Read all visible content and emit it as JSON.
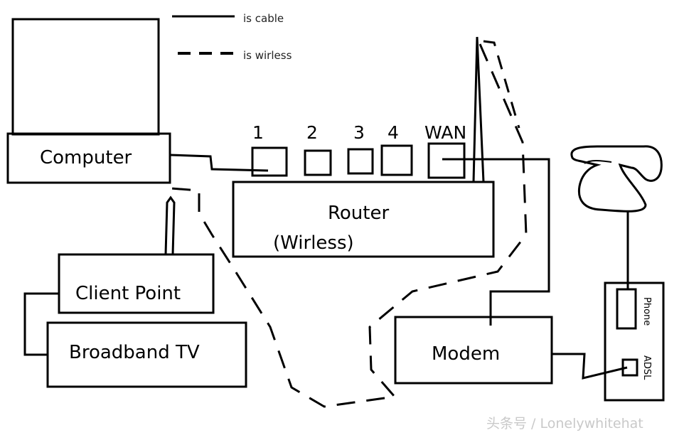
{
  "legend": {
    "cable": "is  cable",
    "wireless": "is  wirless"
  },
  "labels": {
    "computer": "Computer",
    "router_line1": "Router",
    "router_line2": "(Wirless)",
    "client_point": "Client Point",
    "broadband_tv": "Broadband TV",
    "modem": "Modem",
    "phone": "Phone",
    "adsl": "ADSL"
  },
  "router_ports": [
    "1",
    "2",
    "3",
    "4",
    "WAN"
  ],
  "watermark": "头条号 / Lonelywhitehat",
  "colors": {
    "line": "#000000",
    "watermark": "#c9c9c9"
  }
}
